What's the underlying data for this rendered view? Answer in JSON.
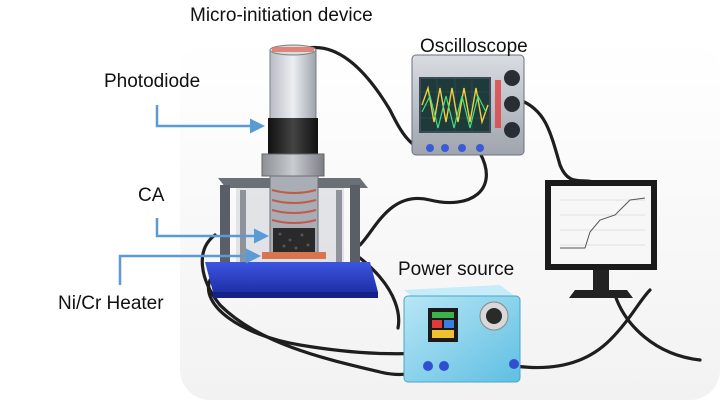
{
  "labels": {
    "micro_initiation_device": "Micro-initiation device",
    "photodiode": "Photodiode",
    "oscilloscope": "Oscilloscope",
    "ca": "CA",
    "ni_cr_heater": "Ni/Cr Heater",
    "power_source": "Power source"
  },
  "colors": {
    "arrow": "#5b9bd5",
    "cable": "#1e1e1e",
    "base": "#2b3fc9",
    "scope_screen": "#1f3a3a",
    "power_box": "#8fd3ee"
  }
}
